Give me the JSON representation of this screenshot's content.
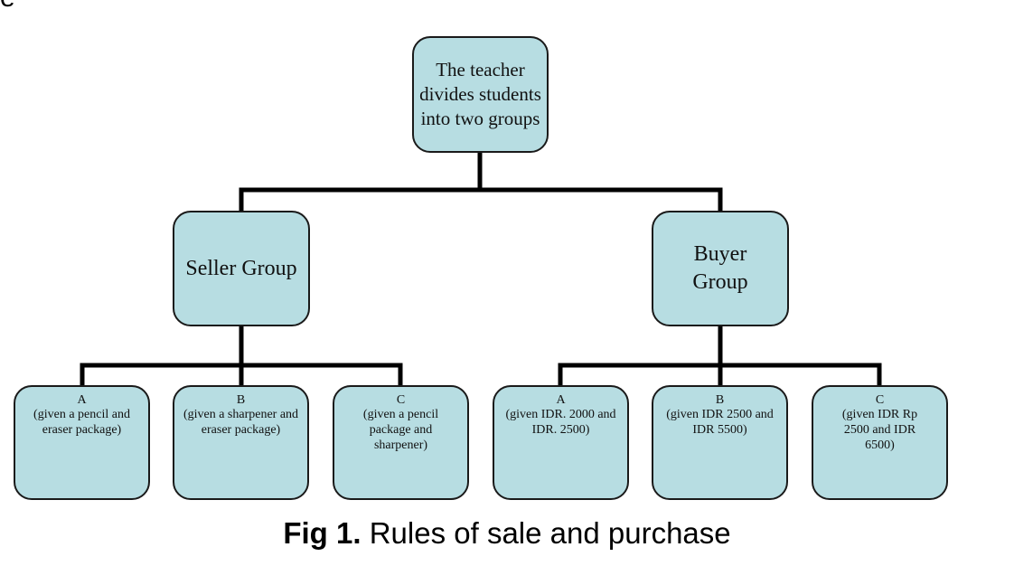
{
  "header_fragment": "e",
  "diagram": {
    "root": "The teacher divides students into two groups",
    "seller": {
      "label": "Seller Group",
      "children": [
        {
          "letter": "A",
          "text": "(given a pencil and eraser package)"
        },
        {
          "letter": "B",
          "text": "(given a sharpener and eraser package)"
        },
        {
          "letter": "C",
          "text": "(given a pencil package and sharpener)"
        }
      ]
    },
    "buyer": {
      "label": "Buyer Group",
      "children": [
        {
          "letter": "A",
          "text": "(given IDR. 2000 and IDR. 2500)"
        },
        {
          "letter": "B",
          "text": "(given IDR 2500 and IDR 5500)"
        },
        {
          "letter": "C",
          "text": "(given IDR Rp 2500 and IDR 6500)"
        }
      ]
    }
  },
  "caption": {
    "label": "Fig 1.",
    "text": " Rules of sale and purchase"
  },
  "colors": {
    "node_fill": "#b7dde2",
    "node_border": "#1a1a1a",
    "connector": "#000000"
  }
}
